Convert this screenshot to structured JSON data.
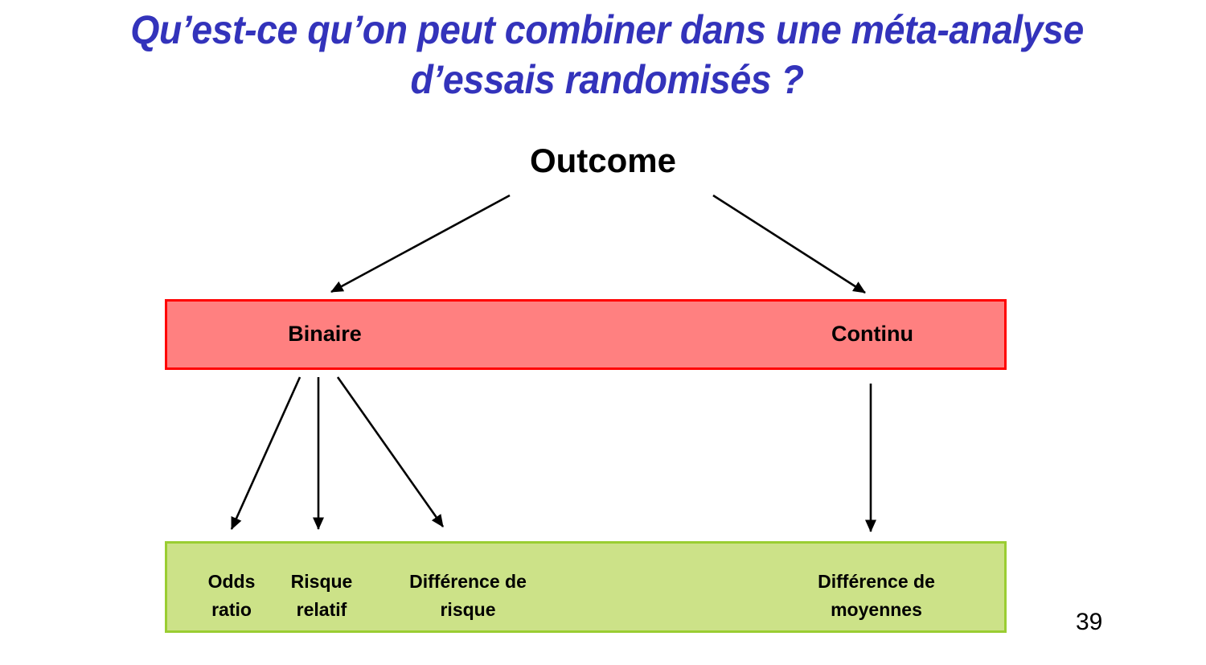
{
  "slide": {
    "title": "Qu’est-ce qu’on peut combiner dans une méta-analyse d’essais randomisés ?",
    "title_color": "#3333bb",
    "page_number": "39",
    "background_color": "#ffffff"
  },
  "diagram": {
    "root": {
      "label": "Outcome",
      "color": "#000000"
    },
    "level1": {
      "box_fill": "#ff8080",
      "box_border": "#ff0000",
      "nodes": [
        {
          "label": "Binaire"
        },
        {
          "label": "Continu"
        }
      ]
    },
    "level2": {
      "box_fill": "#cce288",
      "box_border": "#9acd32",
      "nodes": [
        {
          "label": "Odds\nratio"
        },
        {
          "label": "Risque\nrelatif"
        },
        {
          "label": "Différence de\nrisque"
        },
        {
          "label": "Différence de\nmoyennes"
        }
      ]
    },
    "connectors": [
      {
        "from": "Outcome",
        "to": "Binaire",
        "style": "diagonal-left"
      },
      {
        "from": "Outcome",
        "to": "Continu",
        "style": "diagonal-right"
      },
      {
        "from": "Binaire",
        "to": "Odds ratio",
        "style": "diagonal-left"
      },
      {
        "from": "Binaire",
        "to": "Risque relatif",
        "style": "vertical"
      },
      {
        "from": "Binaire",
        "to": "Différence de risque",
        "style": "diagonal-right"
      },
      {
        "from": "Continu",
        "to": "Différence de moyennes",
        "style": "vertical"
      }
    ],
    "arrow_color": "#000000"
  }
}
